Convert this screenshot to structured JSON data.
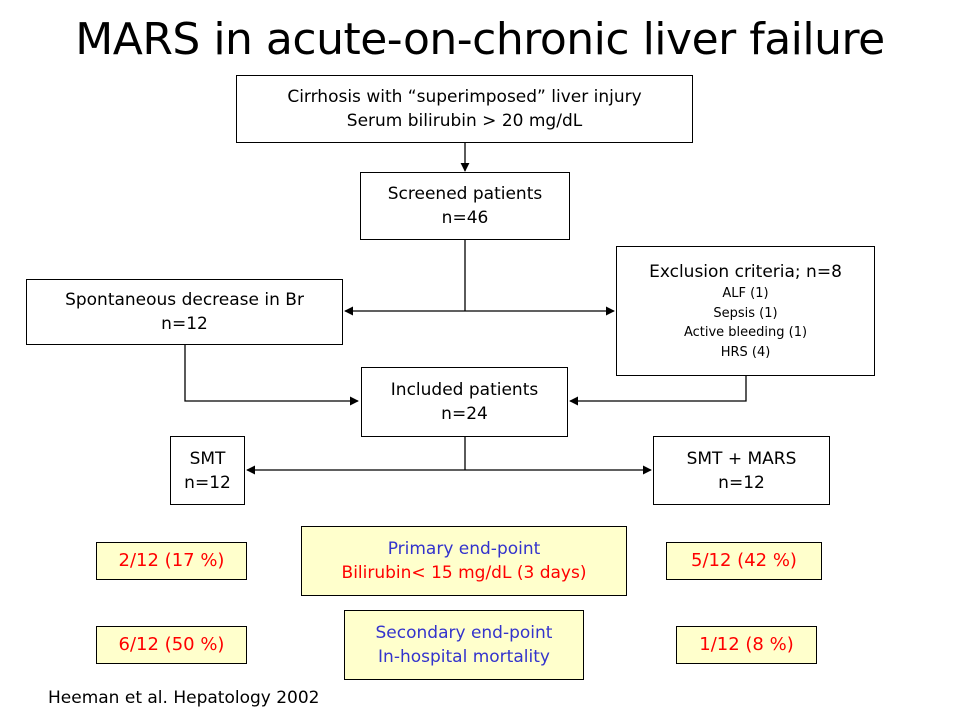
{
  "title": "MARS in acute-on-chronic liver failure",
  "boxes": {
    "inclusion": {
      "line1": "Cirrhosis with “superimposed” liver injury",
      "line2": "Serum bilirubin > 20 mg/dL"
    },
    "screened": {
      "line1": "Screened patients",
      "line2": "n=46"
    },
    "exclusion": {
      "heading": "Exclusion criteria; n=8",
      "items": [
        "ALF (1)",
        "Sepsis (1)",
        "Active bleeding (1)",
        "HRS (4)"
      ]
    },
    "spontaneous": {
      "line1": "Spontaneous decrease in Br",
      "line2": "n=12"
    },
    "included": {
      "line1": "Included patients",
      "line2": "n=24"
    },
    "smt": {
      "line1": "SMT",
      "line2": "n=12"
    },
    "smt_mars": {
      "line1": "SMT + MARS",
      "line2": "n=12"
    }
  },
  "endpoints": {
    "primary": {
      "line1": "Primary end-point",
      "line2": "Bilirubin< 15 mg/dL (3 days)",
      "smt_result": "2/12 (17 %)",
      "mars_result": "5/12 (42 %)"
    },
    "secondary": {
      "line1": "Secondary end-point",
      "line2": "In-hospital mortality",
      "smt_result": "6/12 (50 %)",
      "mars_result": "1/12 (8 %)"
    }
  },
  "citation": "Heeman et al. Hepatology 2002",
  "colors": {
    "result_text": "#ff0000",
    "endpoint_text": "#3333cc",
    "endpoint_fill": "#ffffcc"
  }
}
